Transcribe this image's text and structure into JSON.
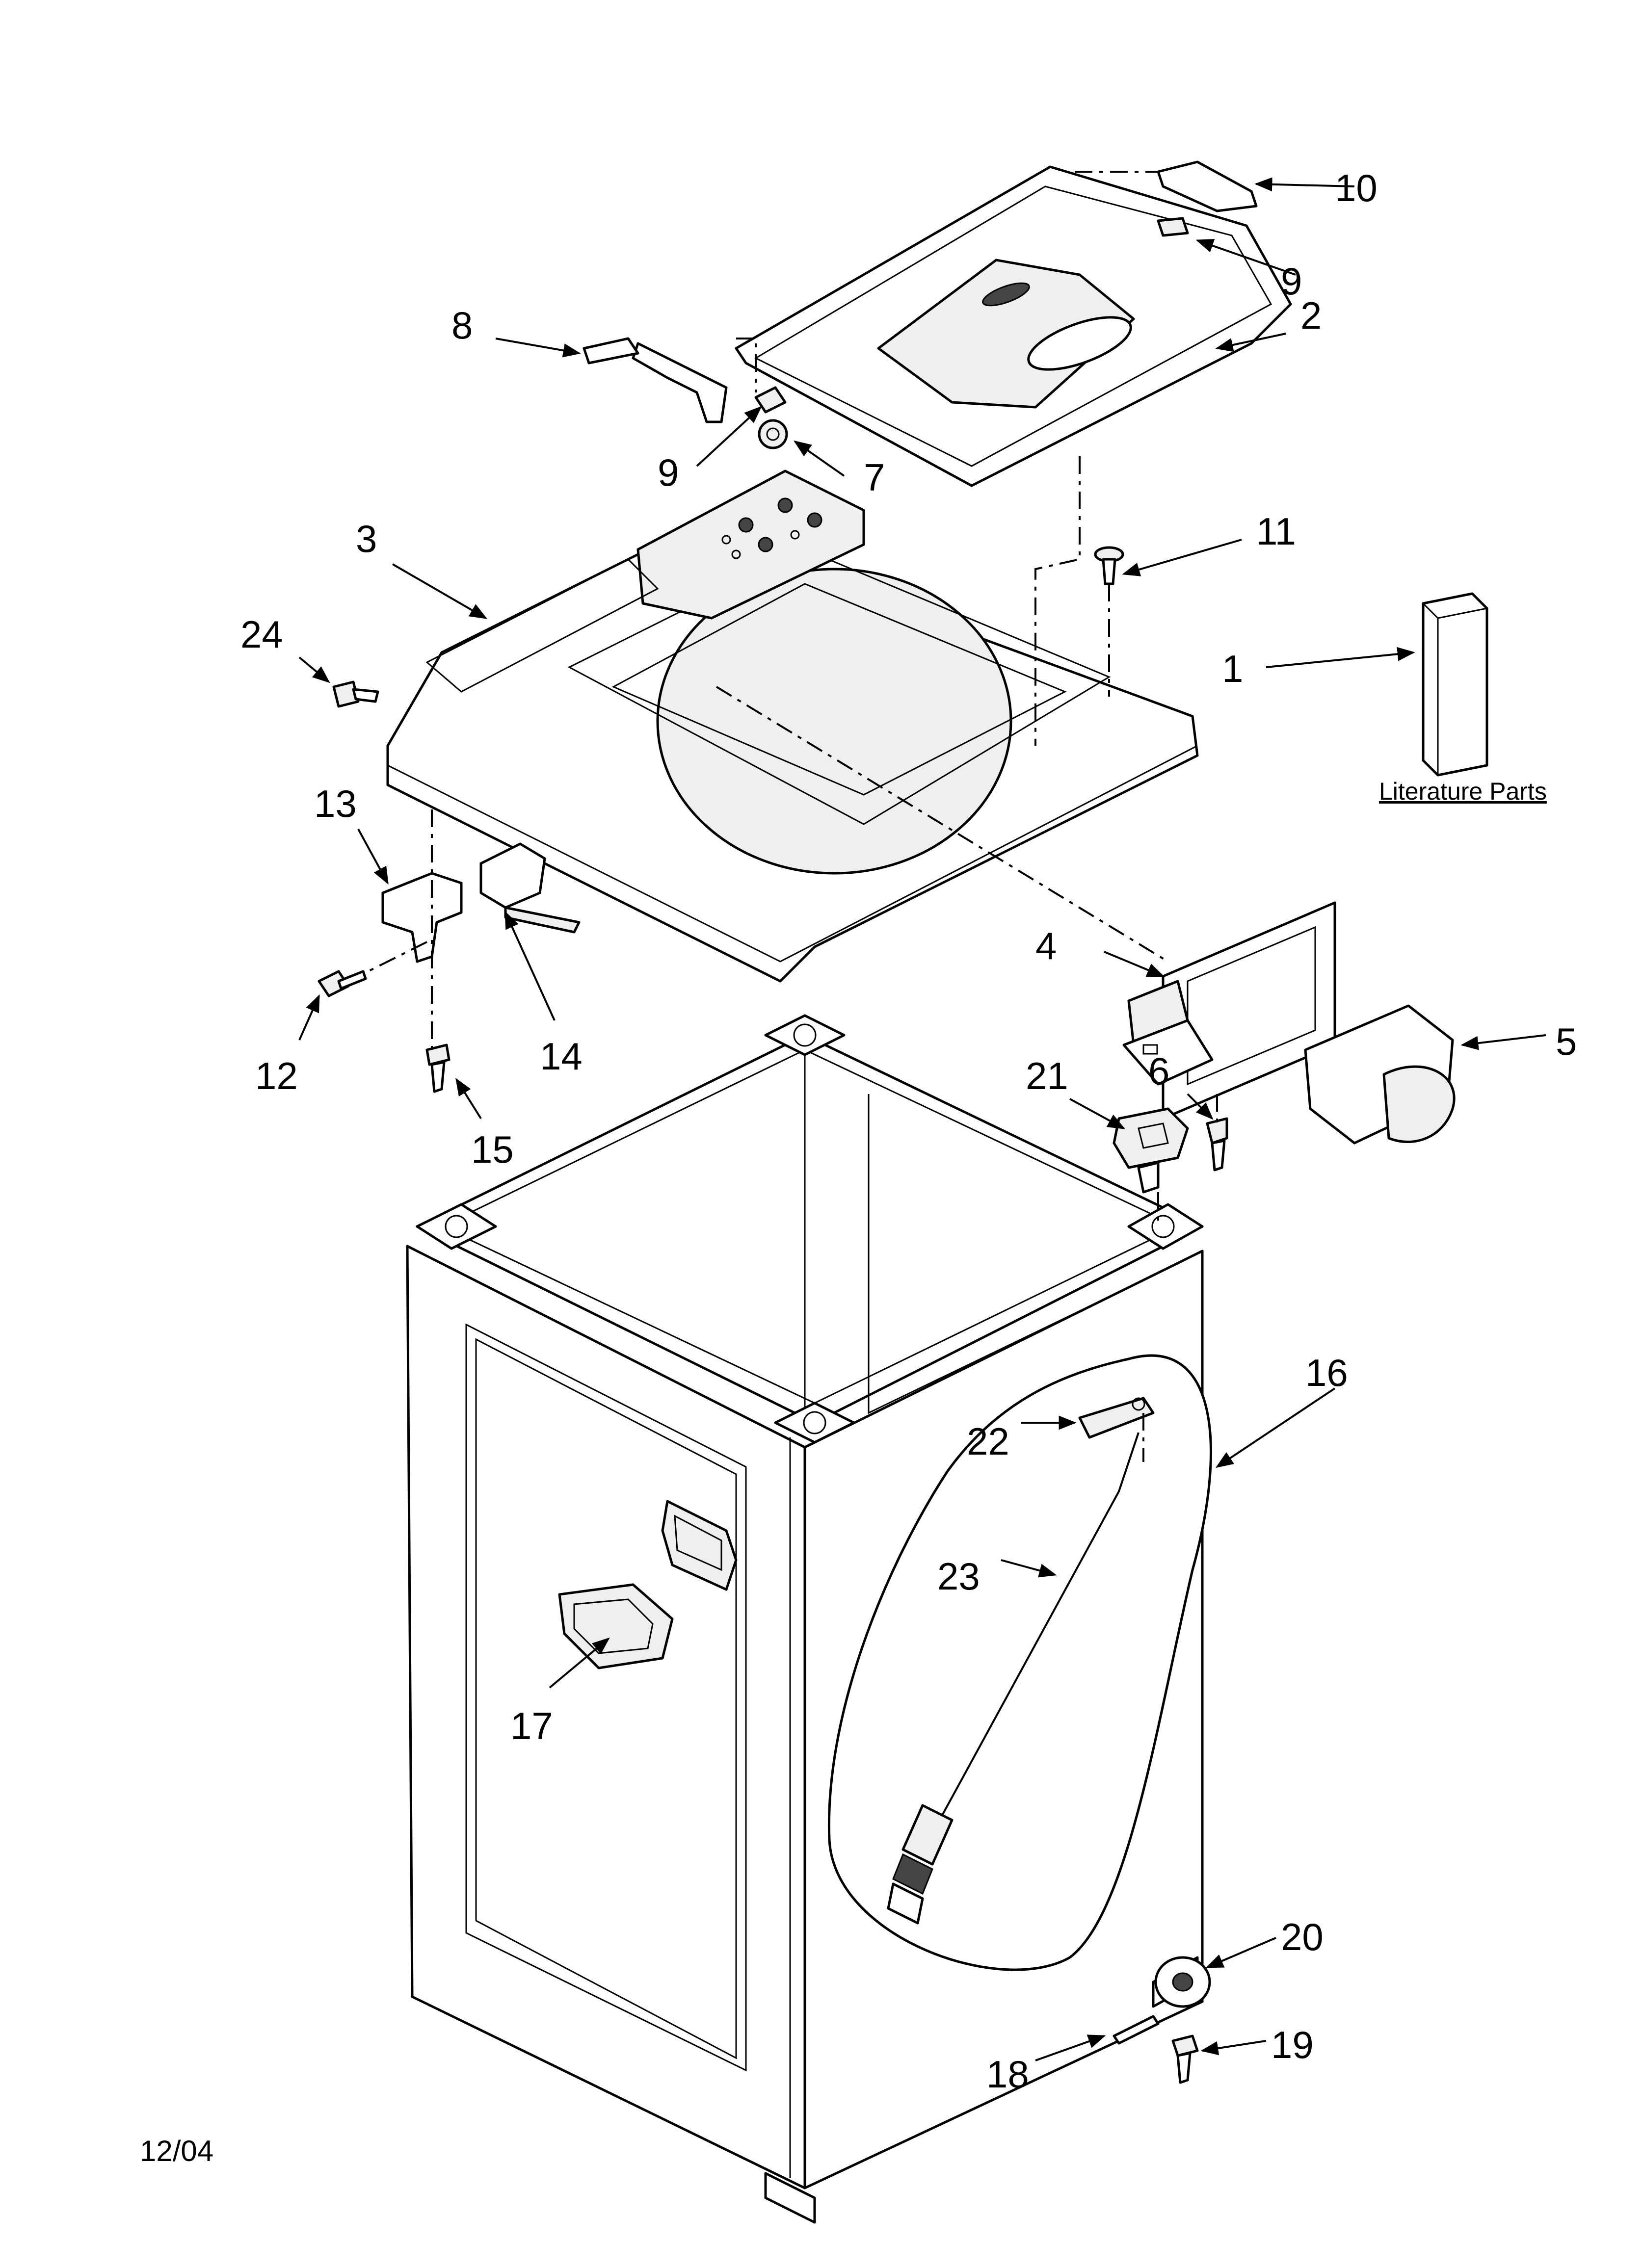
{
  "callouts": {
    "c1": "1",
    "c2": "2",
    "c3": "3",
    "c4": "4",
    "c5": "5",
    "c6": "6",
    "c7": "7",
    "c8": "8",
    "c9a": "9",
    "c9b": "9",
    "c10": "10",
    "c11": "11",
    "c12": "12",
    "c13": "13",
    "c14": "14",
    "c15": "15",
    "c16": "16",
    "c17": "17",
    "c18": "18",
    "c19": "19",
    "c20": "20",
    "c21": "21",
    "c22": "22",
    "c23": "23",
    "c24": "24"
  },
  "literature_label": "Literature Parts",
  "date_code": "12/04"
}
